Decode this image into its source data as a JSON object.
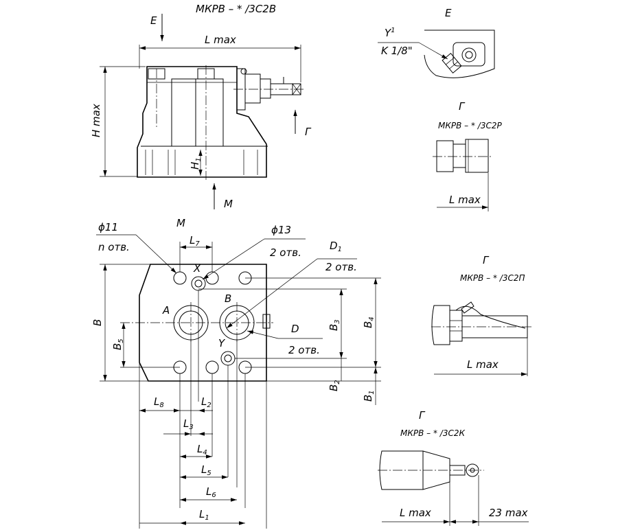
{
  "main_view": {
    "title": "МКРВ – * /3С2В",
    "view_e": "Е",
    "view_g": "Г",
    "view_m": "М",
    "lmax": "L max",
    "hmax": "H max",
    "h1": "H",
    "h1_sub": "1"
  },
  "detail_e": {
    "title": "Е",
    "y1": "Y",
    "y1_sup": "1",
    "thread": "K 1/8\""
  },
  "variant_p": {
    "view": "Г",
    "model": "МКРВ – * /3С2Р",
    "lmax": "L max"
  },
  "variant_pi": {
    "view": "Г",
    "model": "МКРВ – * /3С2П",
    "lmax": "L max"
  },
  "variant_k": {
    "view": "Г",
    "model": "МКРВ – * /3С2К",
    "lmax": "L max",
    "extra": "23 max"
  },
  "bottom_view": {
    "title": "М",
    "hole11": "ϕ11",
    "hole11_count": "n отв.",
    "hole13": "ϕ13",
    "hole13_count": "2 отв.",
    "d1": "D",
    "d1_sub": "1",
    "d1_count": "2 отв.",
    "d": "D",
    "d_count": "2 отв.",
    "port_x": "X",
    "port_y": "Y",
    "port_a": "A",
    "port_b": "B",
    "b": "B",
    "b1": "B",
    "b1_sub": "1",
    "b2": "B",
    "b2_sub": "2",
    "b3": "B",
    "b3_sub": "3",
    "b4": "B",
    "b4_sub": "4",
    "b5": "B",
    "b5_sub": "5",
    "l1": "L",
    "l1_sub": "1",
    "l2": "L",
    "l2_sub": "2",
    "l3": "L",
    "l3_sub": "3",
    "l4": "L",
    "l4_sub": "4",
    "l5": "L",
    "l5_sub": "5",
    "l6": "L",
    "l6_sub": "6",
    "l7": "L",
    "l7_sub": "7",
    "l8": "L",
    "l8_sub": "8"
  }
}
